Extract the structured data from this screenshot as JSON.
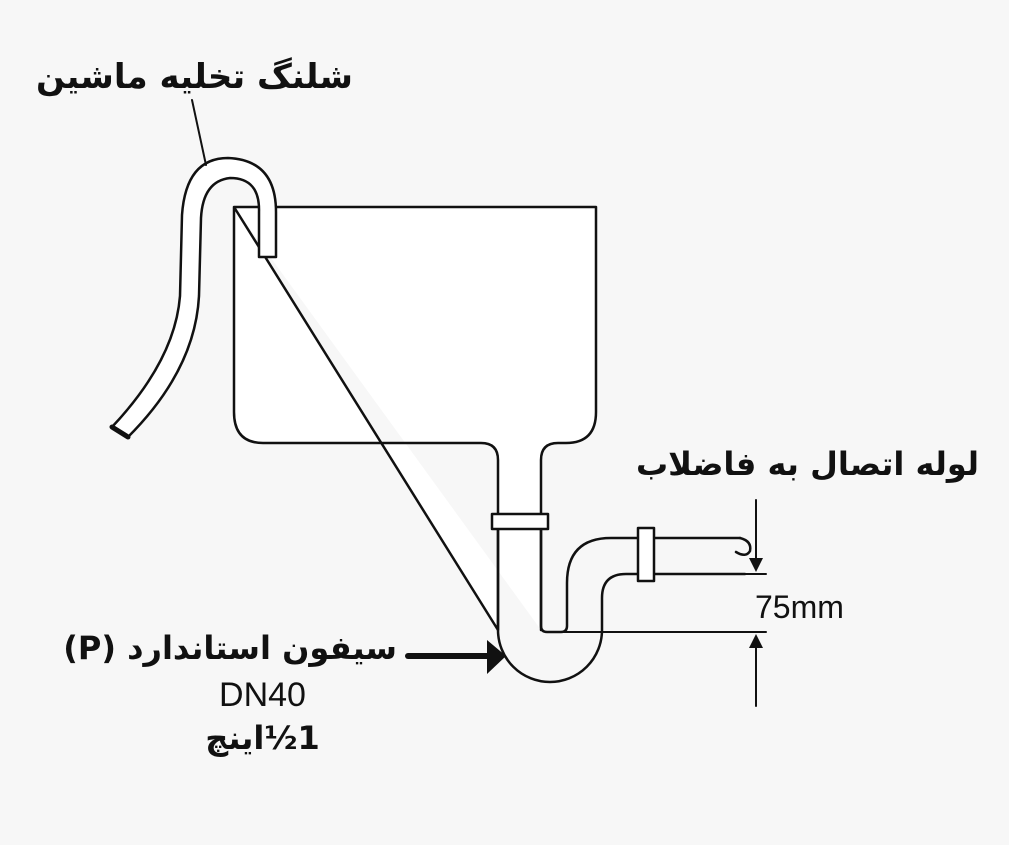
{
  "labels": {
    "hose": "شلنگ تخلیه ماشین",
    "drain_pipe": "لوله اتصال به فاضلاب",
    "height_dimension": "75mm",
    "siphon_title": "سیفون استاندارد (P)",
    "siphon_size": "DN40",
    "siphon_inch": "1½اینچ"
  },
  "colors": {
    "background": "#f7f7f7",
    "line": "#111111",
    "fill": "#ffffff"
  }
}
